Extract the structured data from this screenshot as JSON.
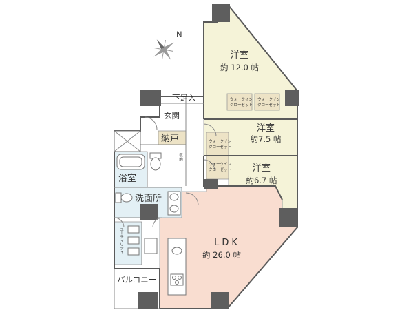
{
  "colors": {
    "bedroom": "#f5f3d8",
    "ldk": "#f9ddd0",
    "wet": "#e3f0f5",
    "closet": "#ede3c6",
    "entrance": "#ffffff",
    "wall": "#5a5a5a",
    "pillar": "#5e5e5e"
  },
  "compass": {
    "label": "N"
  },
  "rooms": {
    "bedroom1": {
      "name": "洋室",
      "area": "約 12.0 帖"
    },
    "bedroom2": {
      "name": "洋室",
      "area": "約7.5 帖"
    },
    "bedroom3": {
      "name": "洋室",
      "area": "約6.7 帖"
    },
    "ldk": {
      "name": "LDK",
      "area": "約 26.0 帖"
    },
    "entrance": {
      "name": "玄関"
    },
    "shoe_closet": {
      "name": "下足入"
    },
    "storage": {
      "name": "納戸"
    },
    "bathroom": {
      "name": "浴室"
    },
    "washroom": {
      "name": "洗面所"
    },
    "shelf": {
      "name": "収納"
    },
    "utility": {
      "name": "ユーティリティ"
    },
    "balcony": {
      "name": "バルコニー"
    }
  },
  "closets": {
    "wic_line1": "ウォークイン",
    "wic_line2": "クローゼット"
  },
  "icons": [
    "compass-icon",
    "bathtub-icon",
    "toilet-icon",
    "sink-icon",
    "stove-icon",
    "door-swing-icon"
  ]
}
